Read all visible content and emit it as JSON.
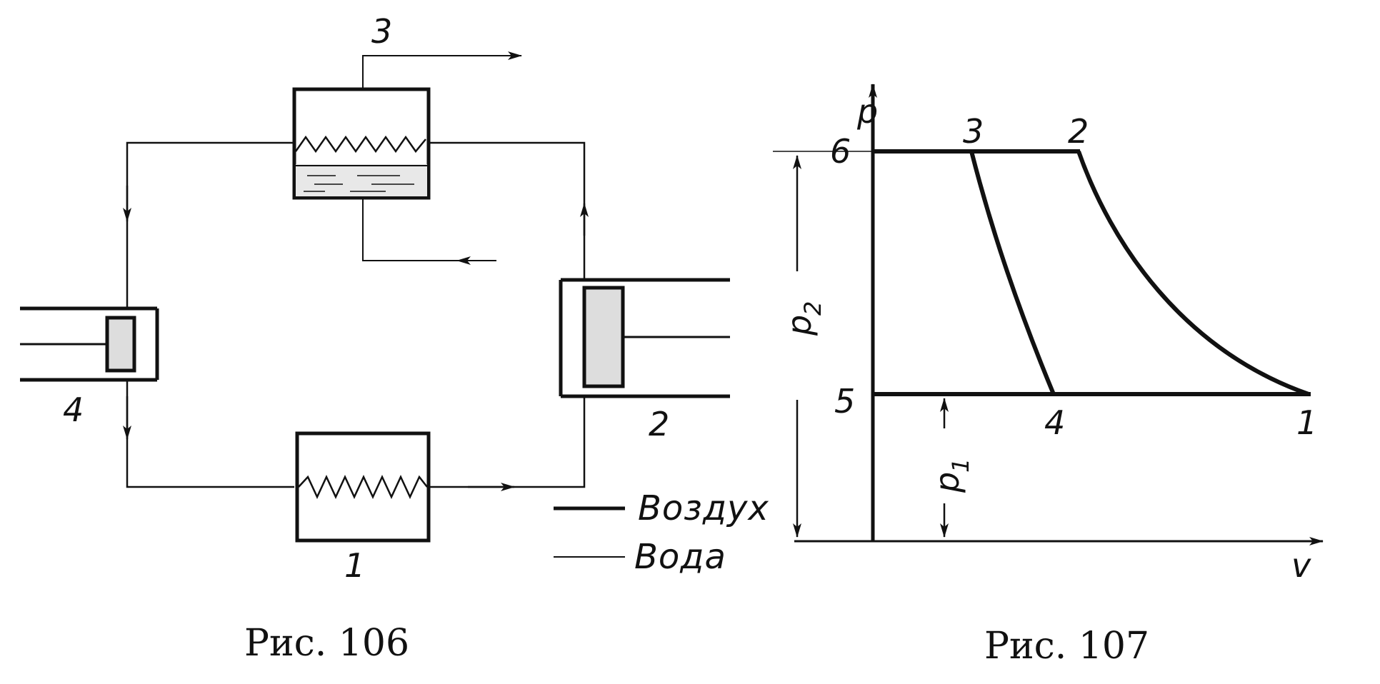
{
  "figure106": {
    "caption": "Рис. 106",
    "labels": {
      "n1": "1",
      "n2": "2",
      "n3": "3",
      "n4": "4"
    },
    "legend": {
      "air": "Воздух",
      "water": "Вода"
    }
  },
  "figure107": {
    "caption": "Рис. 107",
    "axes": {
      "y": "p",
      "x": "v"
    },
    "points": {
      "p1": "1",
      "p2": "2",
      "p3": "3",
      "p4": "4",
      "p5": "5",
      "p6": "6"
    },
    "pressures": {
      "high": "p",
      "high_sub": "2",
      "low": "p",
      "low_sub": "1"
    }
  }
}
